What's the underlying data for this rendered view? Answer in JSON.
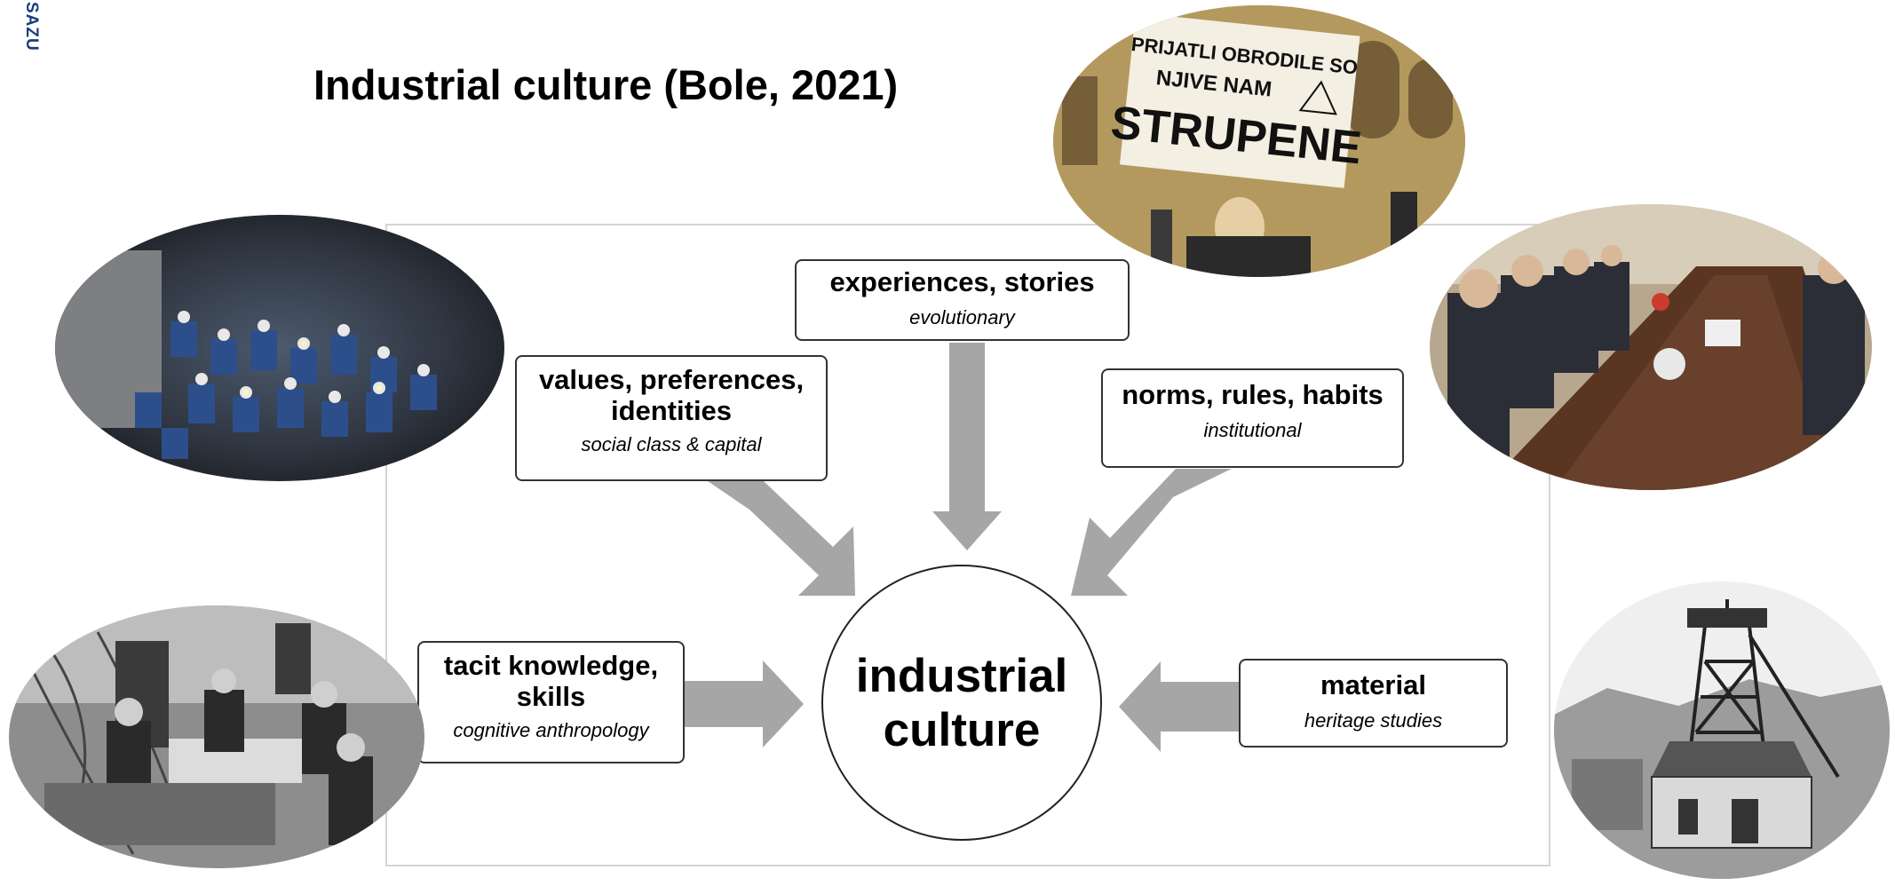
{
  "side_label": "SAZU",
  "title": "Industrial culture (Bole, 2021)",
  "center": {
    "line1": "industrial",
    "line2": "culture"
  },
  "boxes": {
    "experiences": {
      "title": "experiences, stories",
      "subtitle": "evolutionary"
    },
    "values": {
      "title_line1": "values, preferences,",
      "title_line2": "identities",
      "subtitle": "social class & capital"
    },
    "norms": {
      "title": "norms, rules, habits",
      "subtitle": "institutional"
    },
    "tacit": {
      "title_line1": "tacit knowledge,",
      "title_line2": "skills",
      "subtitle": "cognitive anthropology"
    },
    "material": {
      "title": "material",
      "subtitle": "heritage studies"
    }
  },
  "photos": {
    "protest_sign": {
      "line1": "PRIJATLI OBRODILE SO",
      "line2": "NJIVE NAM",
      "line3": "STRUPENE"
    }
  },
  "colors": {
    "arrow": "#a6a6a6",
    "box_border": "#333333",
    "side_label": "#1a3d7a"
  }
}
